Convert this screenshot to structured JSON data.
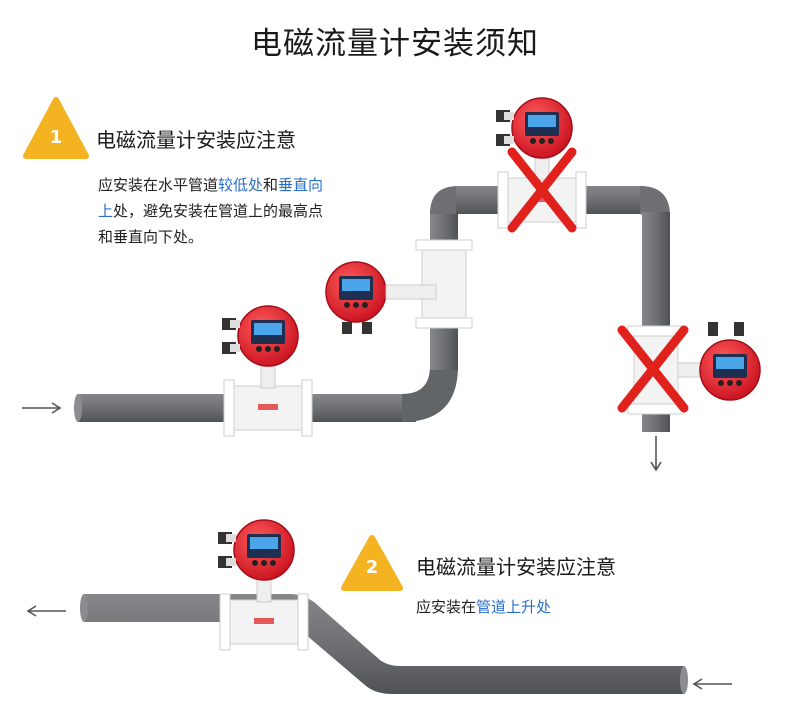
{
  "title": "电磁流量计安装须知",
  "notes": [
    {
      "number": "1",
      "heading": "电磁流量计安装应注意",
      "text_1": "应安装在水平管道",
      "text_2": "较低处",
      "text_3": "和",
      "text_4": "垂直向",
      "text_5": "上",
      "text_6": "处，避免安装在管道上的最高点",
      "text_7": "和垂直向下处。"
    },
    {
      "number": "2",
      "heading": "电磁流量计安装应注意",
      "text_1": "应安装在",
      "text_2": "管道上升处"
    }
  ],
  "colors": {
    "pipe": "#6e7073",
    "pipe_shade": "#55585b",
    "badge": "#f4b421",
    "highlight": "#2a6fc9",
    "wrong": "#e1221c",
    "housing": "#e8283a"
  },
  "icons": [
    "arrow-right-icon",
    "arrow-left-icon",
    "arrow-down-icon",
    "wrong-x-icon",
    "flowmeter-icon",
    "warning-triangle-icon"
  ]
}
